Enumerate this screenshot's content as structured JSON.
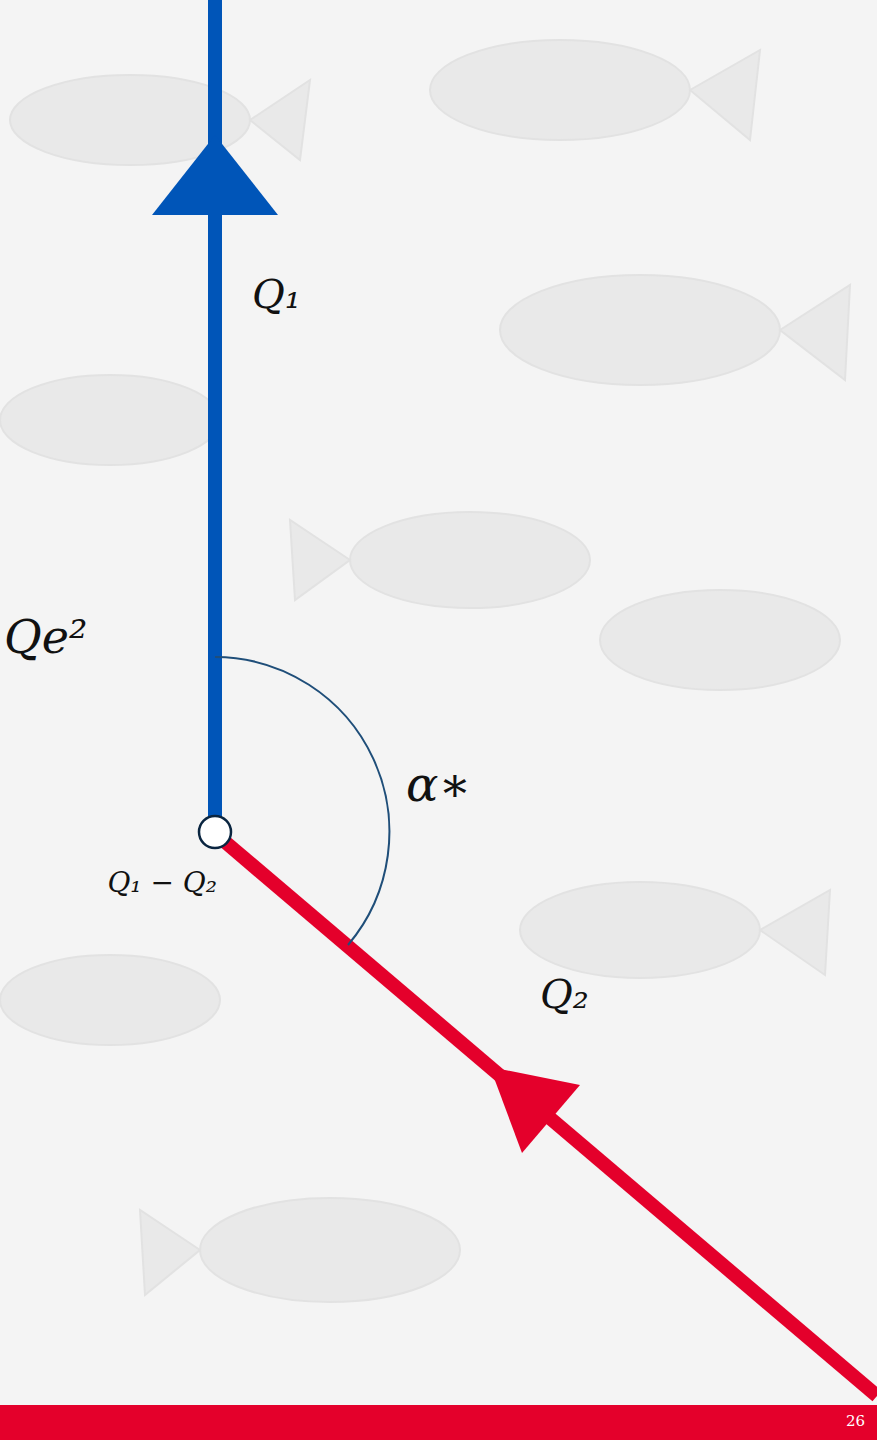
{
  "diagram": {
    "nodes": [
      {
        "text": [
          "Q₁ − Q₂"
        ]
      }
    ],
    "labels": [
      "Qe²",
      "Q₁",
      "α∗",
      "Q₂",
      "26"
    ]
  }
}
